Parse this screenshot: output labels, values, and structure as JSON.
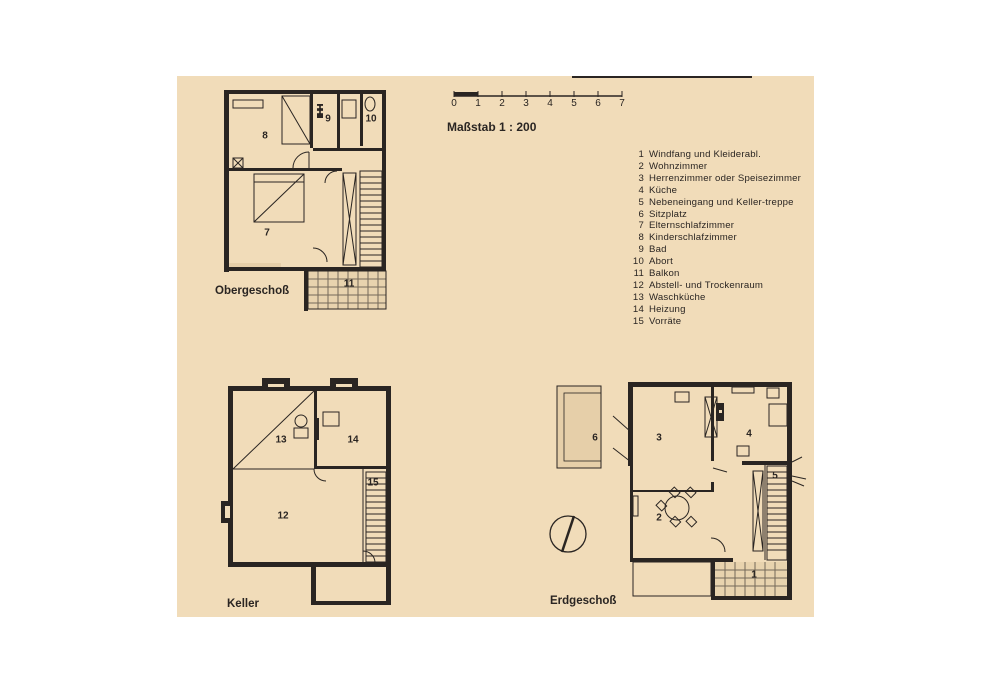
{
  "scale": {
    "label": "Maßstab 1 : 200",
    "ticks": [
      "0",
      "1",
      "2",
      "3",
      "4",
      "5",
      "6",
      "7"
    ]
  },
  "floors": {
    "upper": "Obergeschoß",
    "basement": "Keller",
    "ground": "Erdgeschoß"
  },
  "rooms": [
    "1",
    "2",
    "3",
    "4",
    "5",
    "6",
    "7",
    "8",
    "9",
    "10",
    "11",
    "12",
    "13",
    "14",
    "15"
  ],
  "legend": [
    {
      "no": "1",
      "text": "Windfang und Kleiderabl."
    },
    {
      "no": "2",
      "text": "Wohnzimmer"
    },
    {
      "no": "3",
      "text": "Herrenzimmer oder Speisezimmer"
    },
    {
      "no": "4",
      "text": "Küche"
    },
    {
      "no": "5",
      "text": "Nebeneingang und Keller-treppe"
    },
    {
      "no": "6",
      "text": "Sitzplatz"
    },
    {
      "no": "7",
      "text": "Elternschlafzimmer"
    },
    {
      "no": "8",
      "text": "Kinderschlafzimmer"
    },
    {
      "no": "9",
      "text": "Bad"
    },
    {
      "no": "10",
      "text": "Abort"
    },
    {
      "no": "11",
      "text": "Balkon"
    },
    {
      "no": "12",
      "text": "Abstell- und Trockenraum"
    },
    {
      "no": "13",
      "text": "Waschküche"
    },
    {
      "no": "14",
      "text": "Heizung"
    },
    {
      "no": "15",
      "text": "Vorräte"
    }
  ]
}
